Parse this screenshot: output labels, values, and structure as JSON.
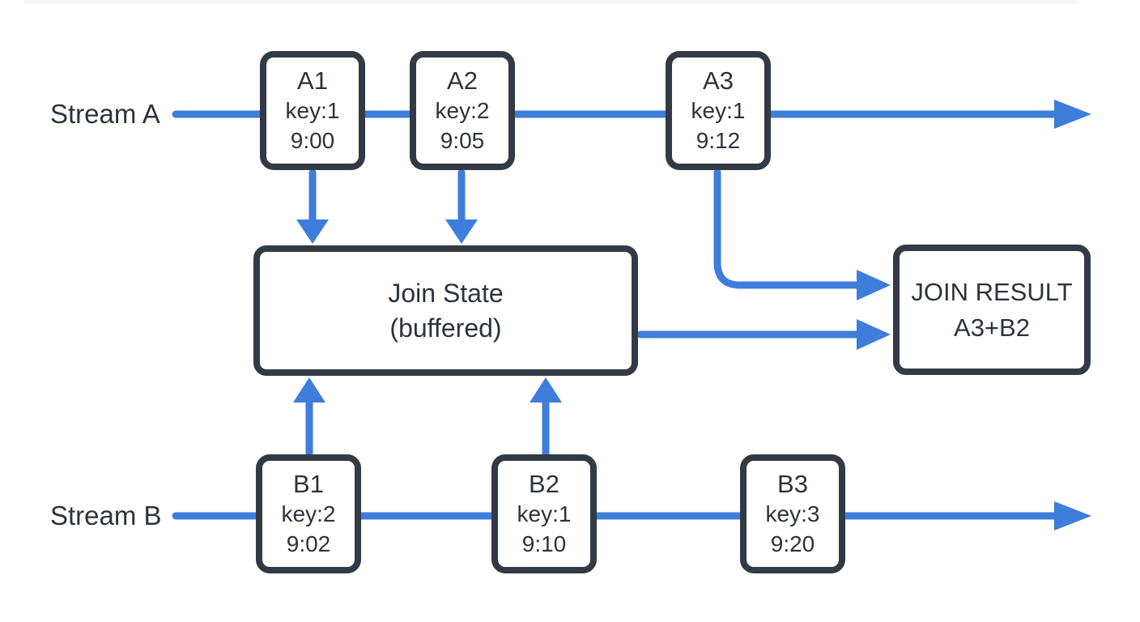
{
  "streams": {
    "a": {
      "label": "Stream A",
      "events": [
        {
          "id": "A1",
          "key": "key:1",
          "time": "9:00"
        },
        {
          "id": "A2",
          "key": "key:2",
          "time": "9:05"
        },
        {
          "id": "A3",
          "key": "key:1",
          "time": "9:12"
        }
      ]
    },
    "b": {
      "label": "Stream B",
      "events": [
        {
          "id": "B1",
          "key": "key:2",
          "time": "9:02"
        },
        {
          "id": "B2",
          "key": "key:1",
          "time": "9:10"
        },
        {
          "id": "B3",
          "key": "key:3",
          "time": "9:20"
        }
      ]
    }
  },
  "join_state": {
    "title": "Join State",
    "subtitle": "(buffered)"
  },
  "join_result": {
    "title": "JOIN RESULT",
    "value": "A3+B2"
  },
  "colors": {
    "arrow_blue": "#3E7DDB",
    "box_border": "#333A44",
    "text": "#2D333D",
    "background": "#FFFFFF"
  }
}
